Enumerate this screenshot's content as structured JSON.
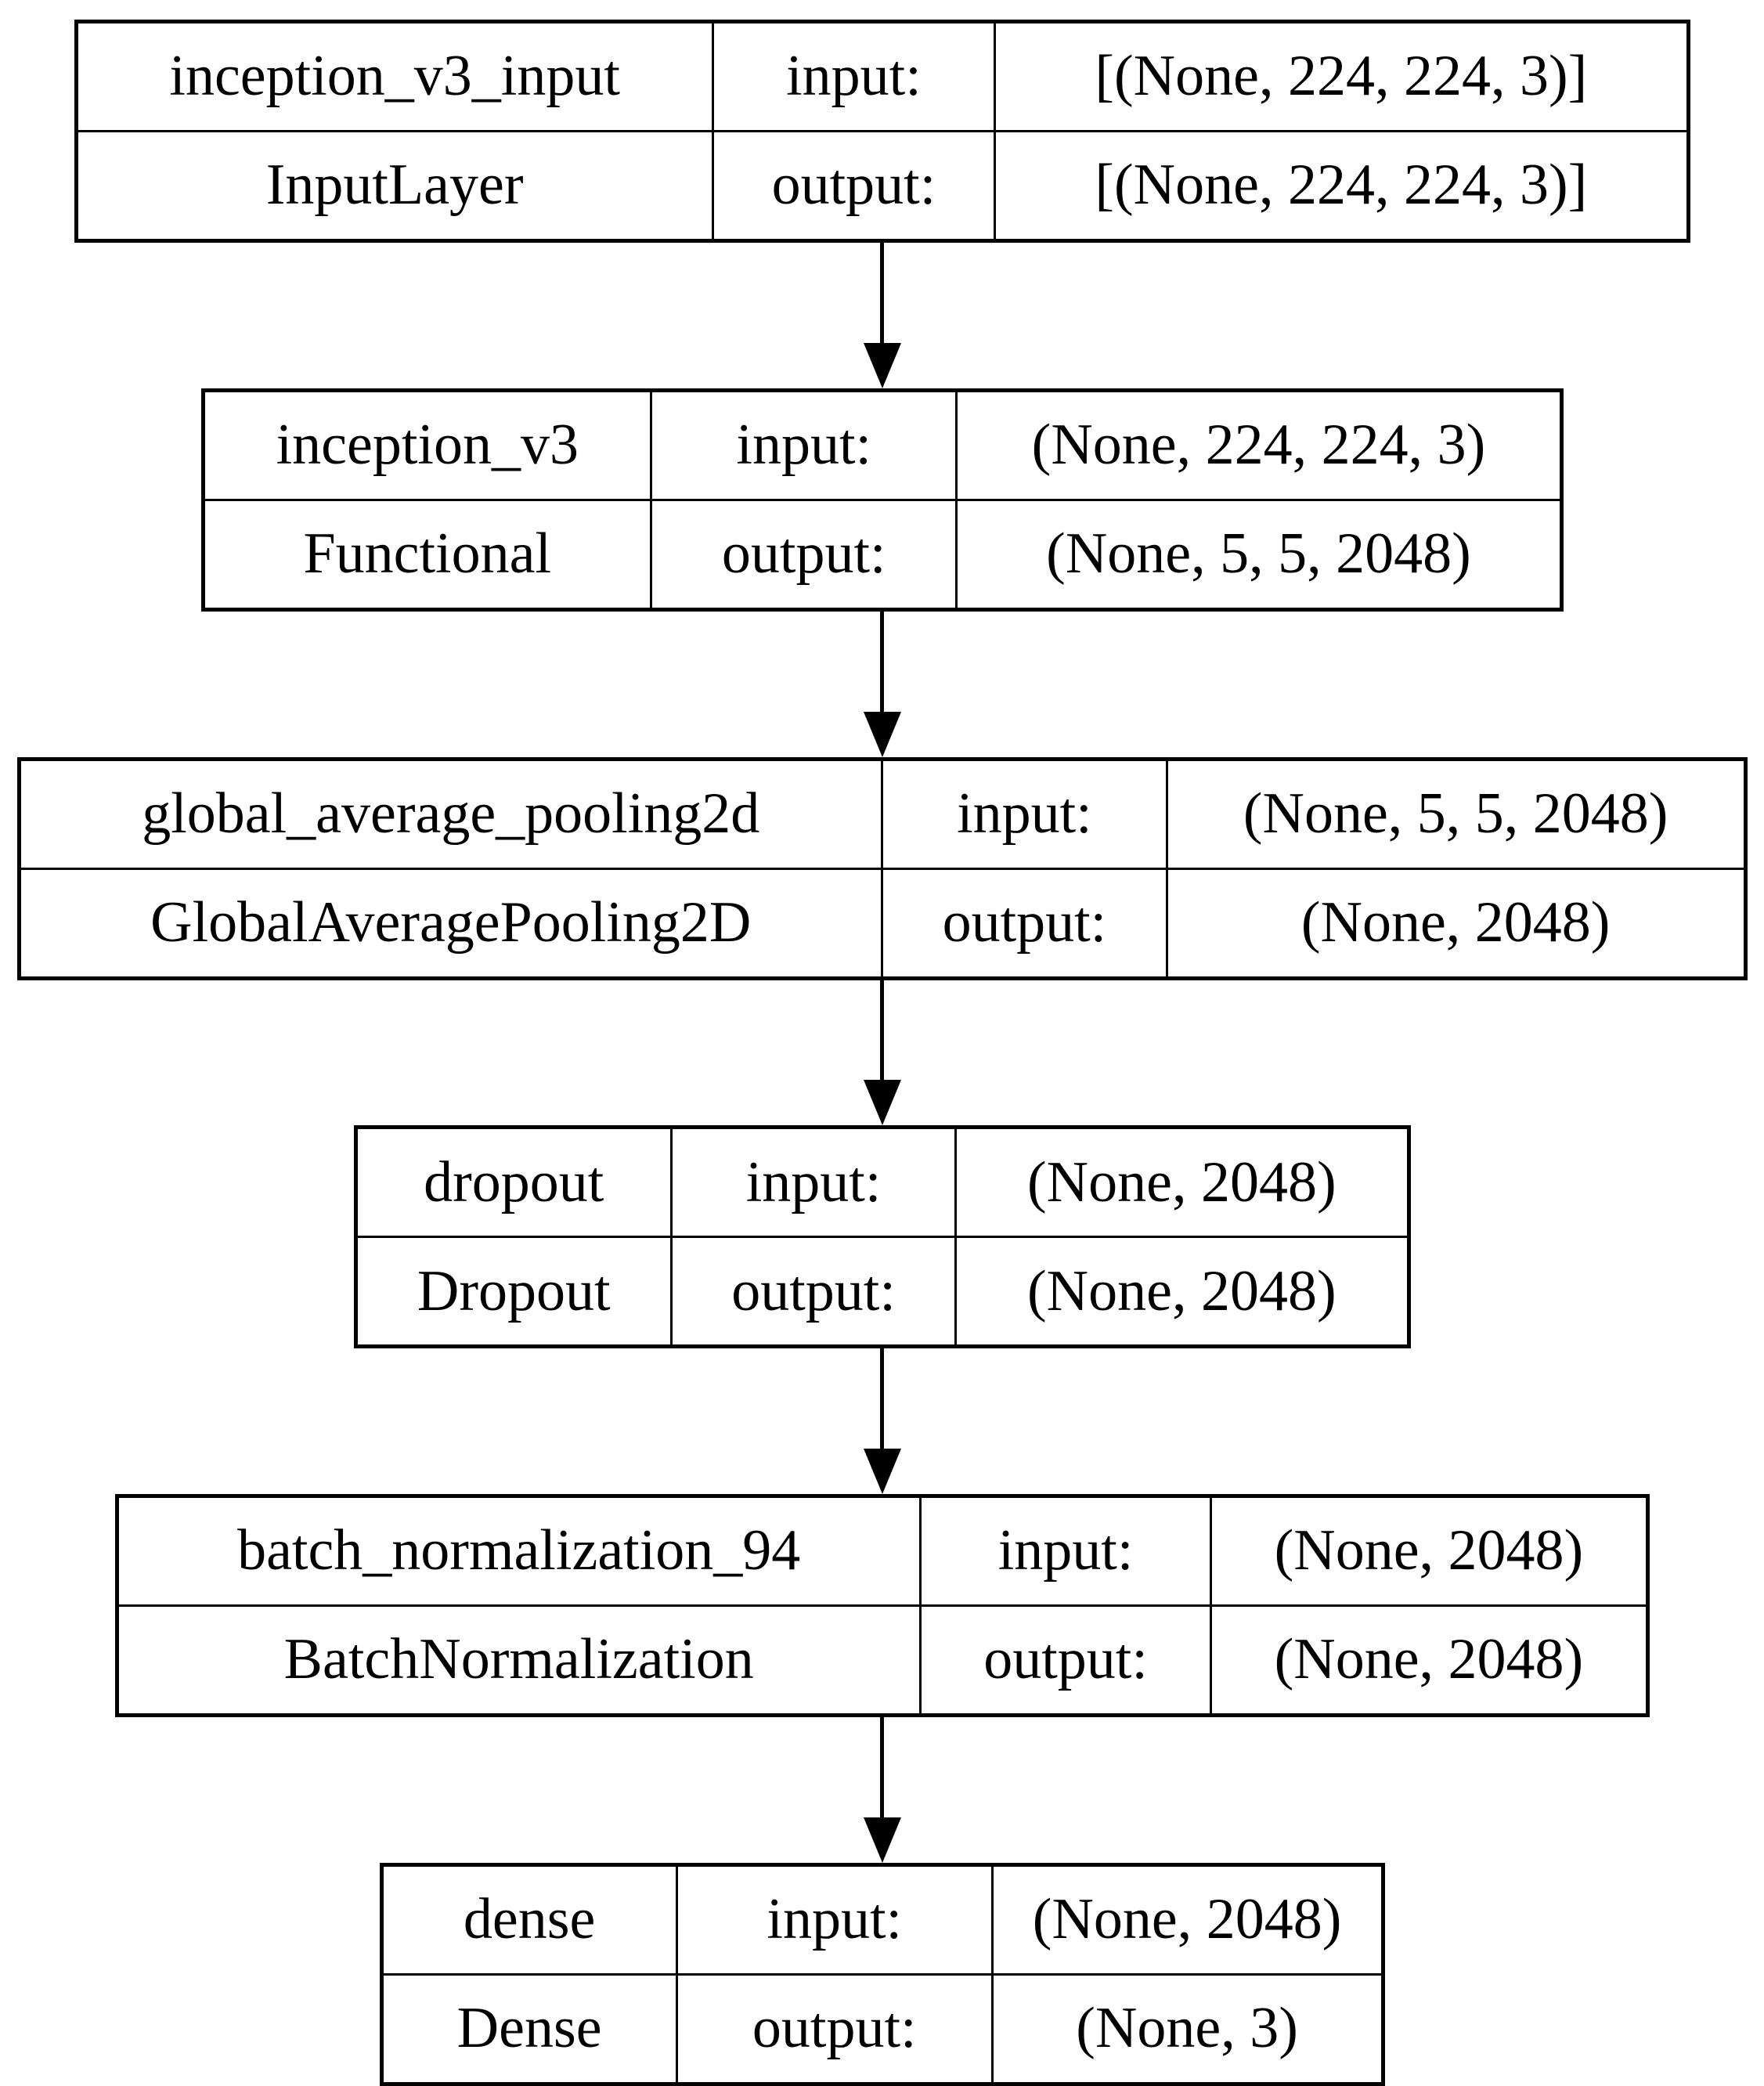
{
  "diagram": {
    "kind": "keras-model-architecture",
    "background_color": "#ffffff",
    "line_color": "#000000",
    "text_color": "#000000",
    "nodes": [
      {
        "name": "inception_v3_input",
        "type": "InputLayer",
        "input_label": "input:",
        "output_label": "output:",
        "input_shape": "[(None, 224, 224, 3)]",
        "output_shape": "[(None, 224, 224, 3)]"
      },
      {
        "name": "inception_v3",
        "type": "Functional",
        "input_label": "input:",
        "output_label": "output:",
        "input_shape": "(None, 224, 224, 3)",
        "output_shape": "(None, 5, 5, 2048)"
      },
      {
        "name": "global_average_pooling2d",
        "type": "GlobalAveragePooling2D",
        "input_label": "input:",
        "output_label": "output:",
        "input_shape": "(None, 5, 5, 2048)",
        "output_shape": "(None, 2048)"
      },
      {
        "name": "dropout",
        "type": "Dropout",
        "input_label": "input:",
        "output_label": "output:",
        "input_shape": "(None, 2048)",
        "output_shape": "(None, 2048)"
      },
      {
        "name": "batch_normalization_94",
        "type": "BatchNormalization",
        "input_label": "input:",
        "output_label": "output:",
        "input_shape": "(None, 2048)",
        "output_shape": "(None, 2048)"
      },
      {
        "name": "dense",
        "type": "Dense",
        "input_label": "input:",
        "output_label": "output:",
        "input_shape": "(None, 2048)",
        "output_shape": "(None, 3)"
      }
    ],
    "edges": [
      {
        "from": "inception_v3_input",
        "to": "inception_v3"
      },
      {
        "from": "inception_v3",
        "to": "global_average_pooling2d"
      },
      {
        "from": "global_average_pooling2d",
        "to": "dropout"
      },
      {
        "from": "dropout",
        "to": "batch_normalization_94"
      },
      {
        "from": "batch_normalization_94",
        "to": "dense"
      }
    ]
  }
}
